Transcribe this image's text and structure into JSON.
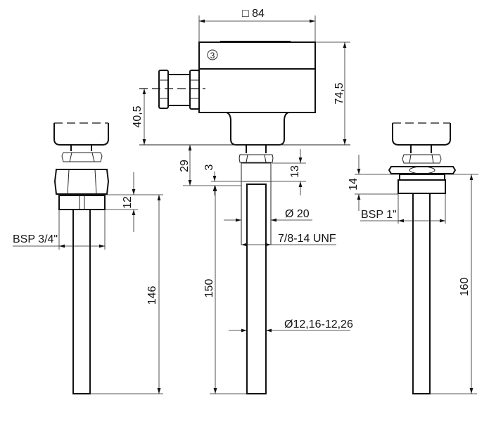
{
  "center_view": {
    "width_label": "□ 84",
    "height_label": "74,5",
    "gland_height_label": "40,5",
    "neck_label": "29",
    "gap_label": "3",
    "nut_label": "13",
    "length_label": "150",
    "diameter_label": "Ø 20",
    "thread_label": "7/8-14 UNF",
    "tube_label": "Ø12,16-12,26",
    "marker_label": "3"
  },
  "left_view": {
    "thread_height_label": "12",
    "length_label": "146",
    "thread_label": "BSP 3/4\""
  },
  "right_view": {
    "thread_height_label": "14",
    "length_label": "160",
    "thread_label": "BSP 1\""
  }
}
